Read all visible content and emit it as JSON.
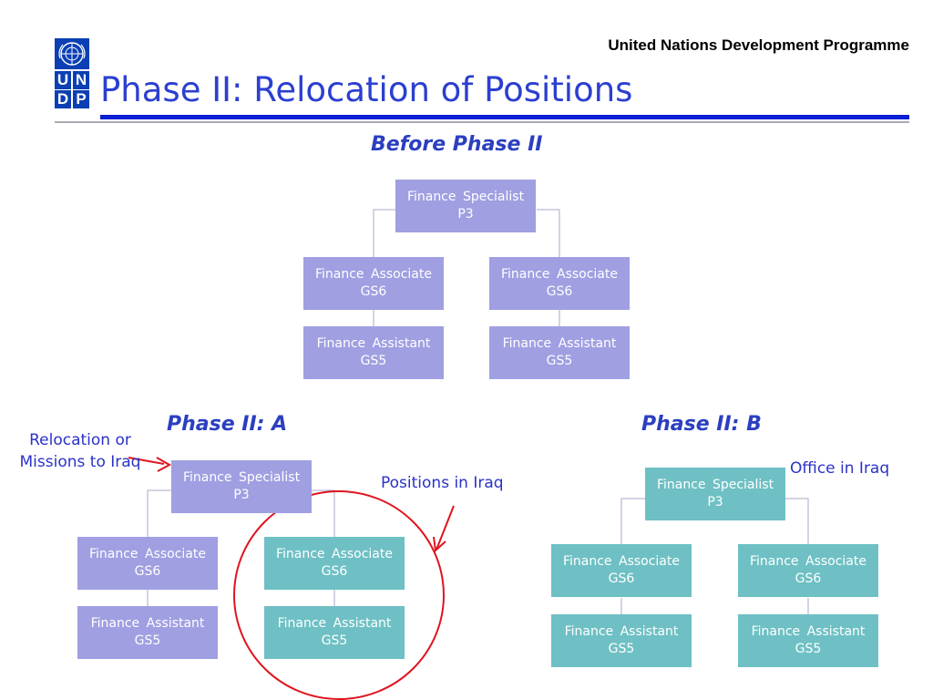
{
  "header": {
    "org": "United Nations Development Programme",
    "title": "Phase II: Relocation of Positions",
    "logo_letters": [
      "U",
      "N",
      "D",
      "P"
    ]
  },
  "sections": {
    "before": "Before Phase II",
    "phase_a": "Phase II: A",
    "phase_b": "Phase II: B"
  },
  "annotations": {
    "relocation_line1": "Relocation or",
    "relocation_line2": "Missions to Iraq",
    "positions_in_iraq": "Positions in Iraq",
    "office_in_iraq": "Office in Iraq"
  },
  "positions": {
    "specialist": {
      "name": "Finance Specialist",
      "grade": "P3"
    },
    "associate": {
      "name": "Finance Associate",
      "grade": "GS6"
    },
    "assistant": {
      "name": "Finance Assistant",
      "grade": "GS5"
    }
  },
  "colors": {
    "title": "#2b3fd0",
    "headquarters_box": "#a09fe2",
    "iraq_box": "#6ec0c4",
    "highlight": "#e0141e"
  }
}
